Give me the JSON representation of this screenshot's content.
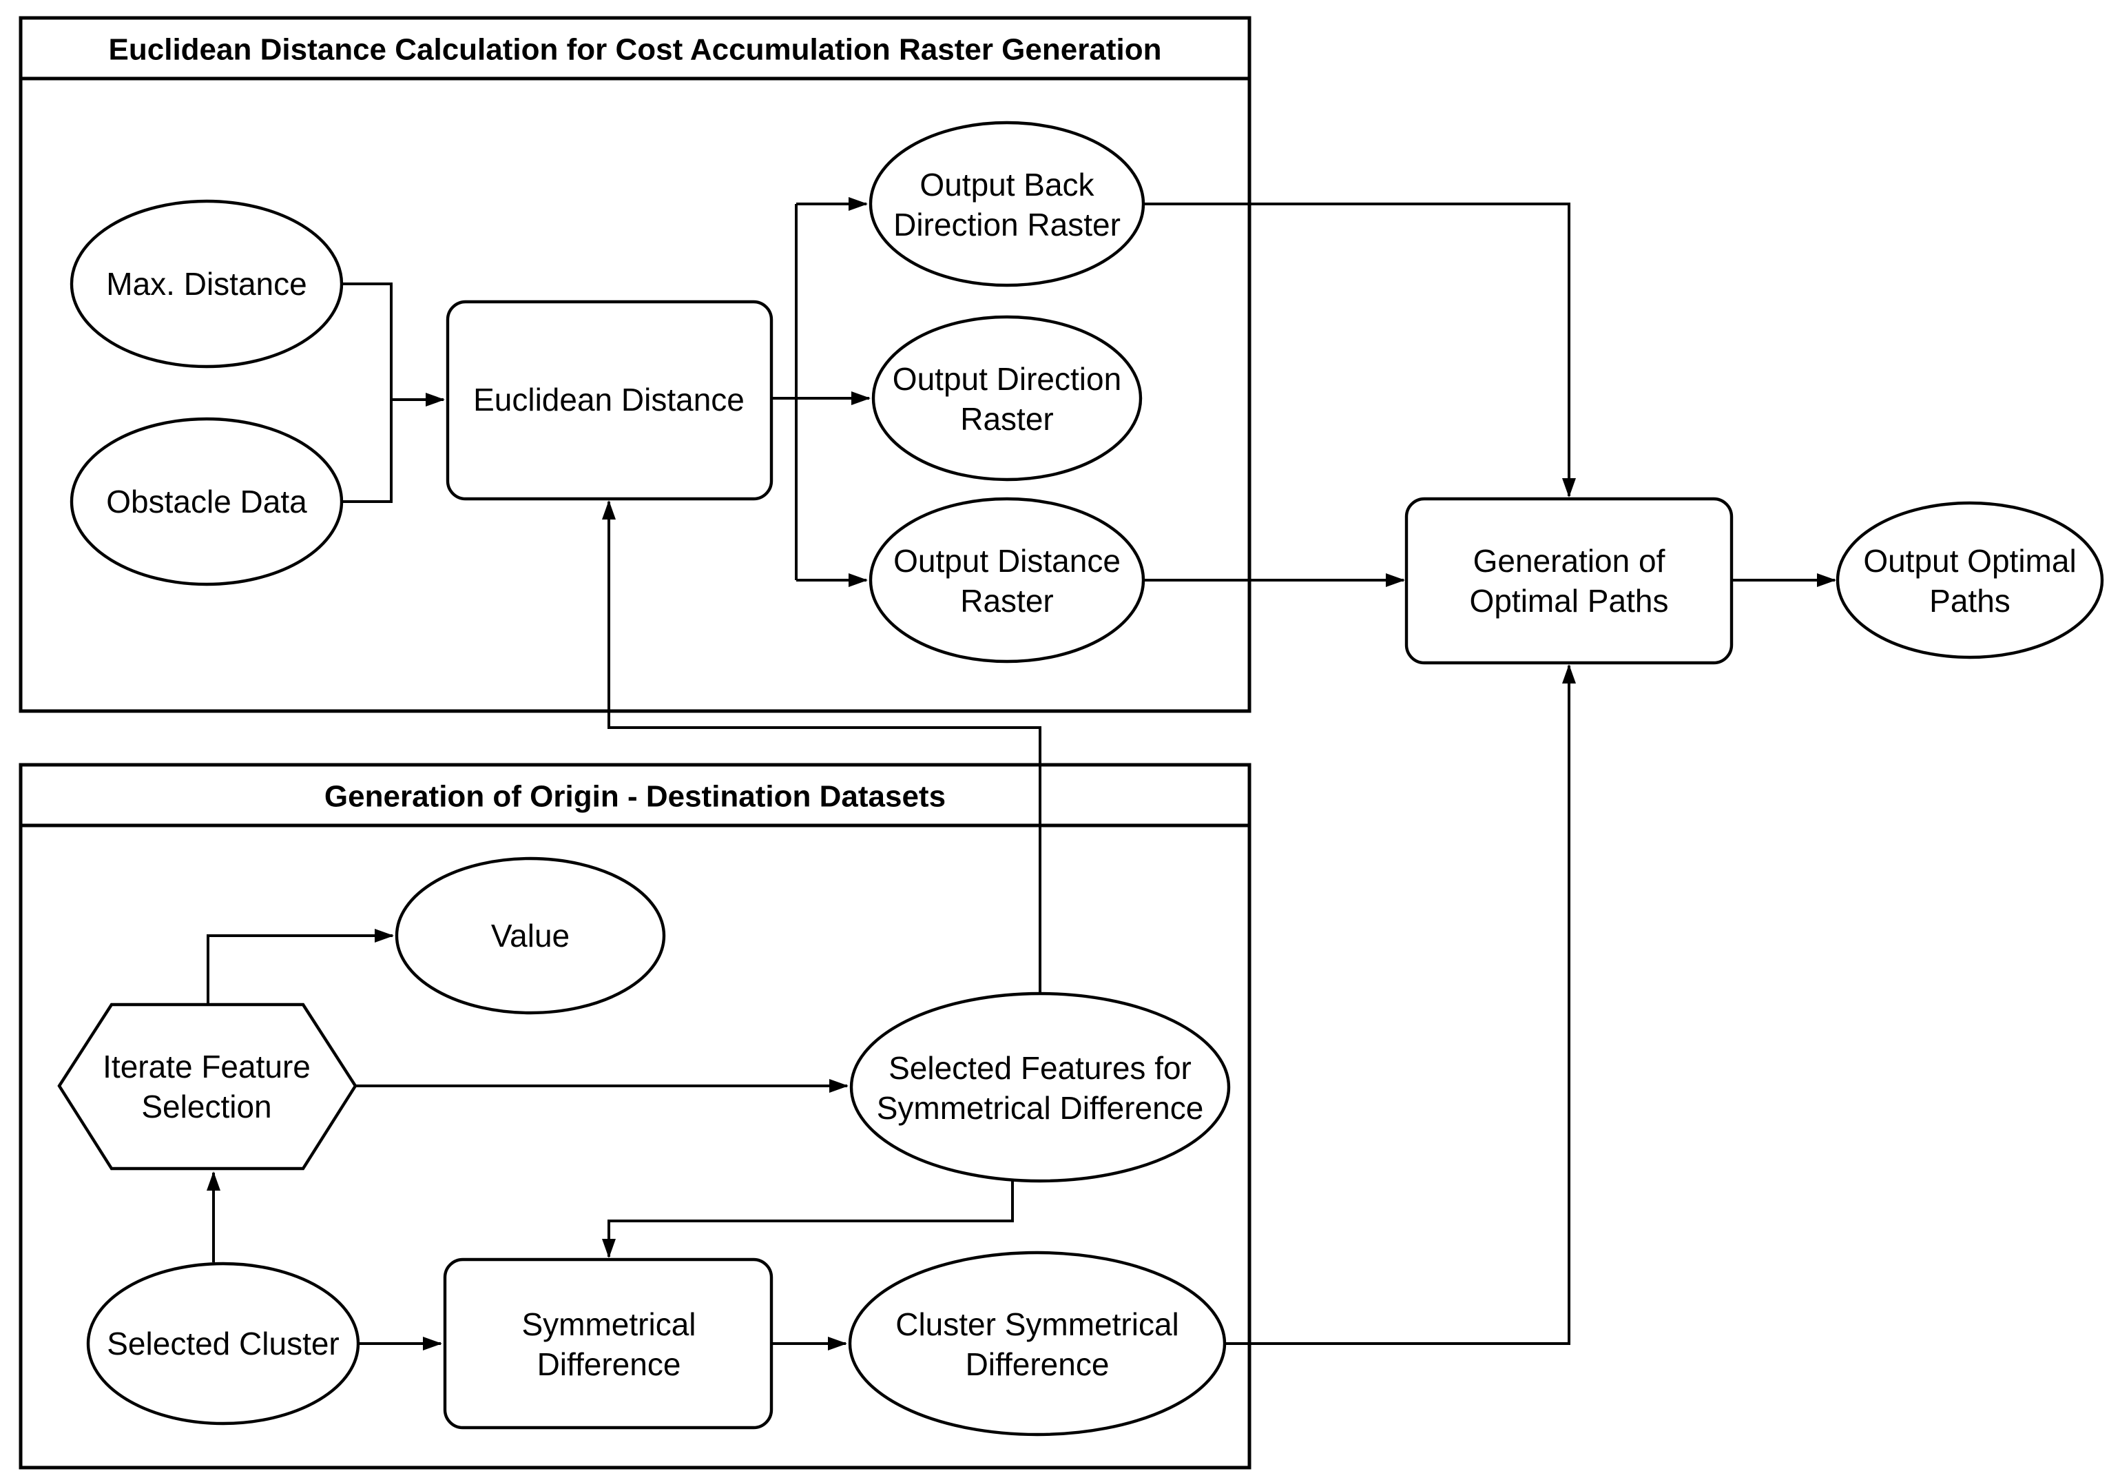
{
  "diagram": {
    "colors": {
      "background": "#ffffff",
      "stroke": "#000000",
      "node_fill": "#ffffff",
      "text": "#000000"
    },
    "groups": {
      "euclidean": {
        "title": "Euclidean Distance Calculation for Cost Accumulation Raster Generation"
      },
      "origin_destination": {
        "title": "Generation of Origin - Destination Datasets"
      }
    },
    "nodes": {
      "max_distance": {
        "shape": "ellipse",
        "lines": [
          "Max. Distance"
        ]
      },
      "obstacle_data": {
        "shape": "ellipse",
        "lines": [
          "Obstacle Data"
        ]
      },
      "euclidean_distance": {
        "shape": "process",
        "lines": [
          "Euclidean Distance"
        ]
      },
      "output_back_direction_raster": {
        "shape": "ellipse",
        "lines": [
          "Output Back",
          "Direction Raster"
        ]
      },
      "output_direction_raster": {
        "shape": "ellipse",
        "lines": [
          "Output Direction",
          "Raster"
        ]
      },
      "output_distance_raster": {
        "shape": "ellipse",
        "lines": [
          "Output Distance",
          "Raster"
        ]
      },
      "generation_of_optimal_paths": {
        "shape": "process",
        "lines": [
          "Generation of",
          "Optimal Paths"
        ]
      },
      "output_optimal_paths": {
        "shape": "ellipse",
        "lines": [
          "Output Optimal",
          "Paths"
        ]
      },
      "value": {
        "shape": "ellipse",
        "lines": [
          "Value"
        ]
      },
      "iterate_feature_selection": {
        "shape": "hexagon",
        "lines": [
          "Iterate Feature",
          "Selection"
        ]
      },
      "selected_features_for_symmetrical_difference": {
        "shape": "ellipse",
        "lines": [
          "Selected Features for",
          "Symmetrical Difference"
        ]
      },
      "selected_cluster": {
        "shape": "ellipse",
        "lines": [
          "Selected Cluster"
        ]
      },
      "symmetrical_difference": {
        "shape": "process",
        "lines": [
          "Symmetrical",
          "Difference"
        ]
      },
      "cluster_symmetrical_difference": {
        "shape": "ellipse",
        "lines": [
          "Cluster Symmetrical",
          "Difference"
        ]
      }
    }
  }
}
